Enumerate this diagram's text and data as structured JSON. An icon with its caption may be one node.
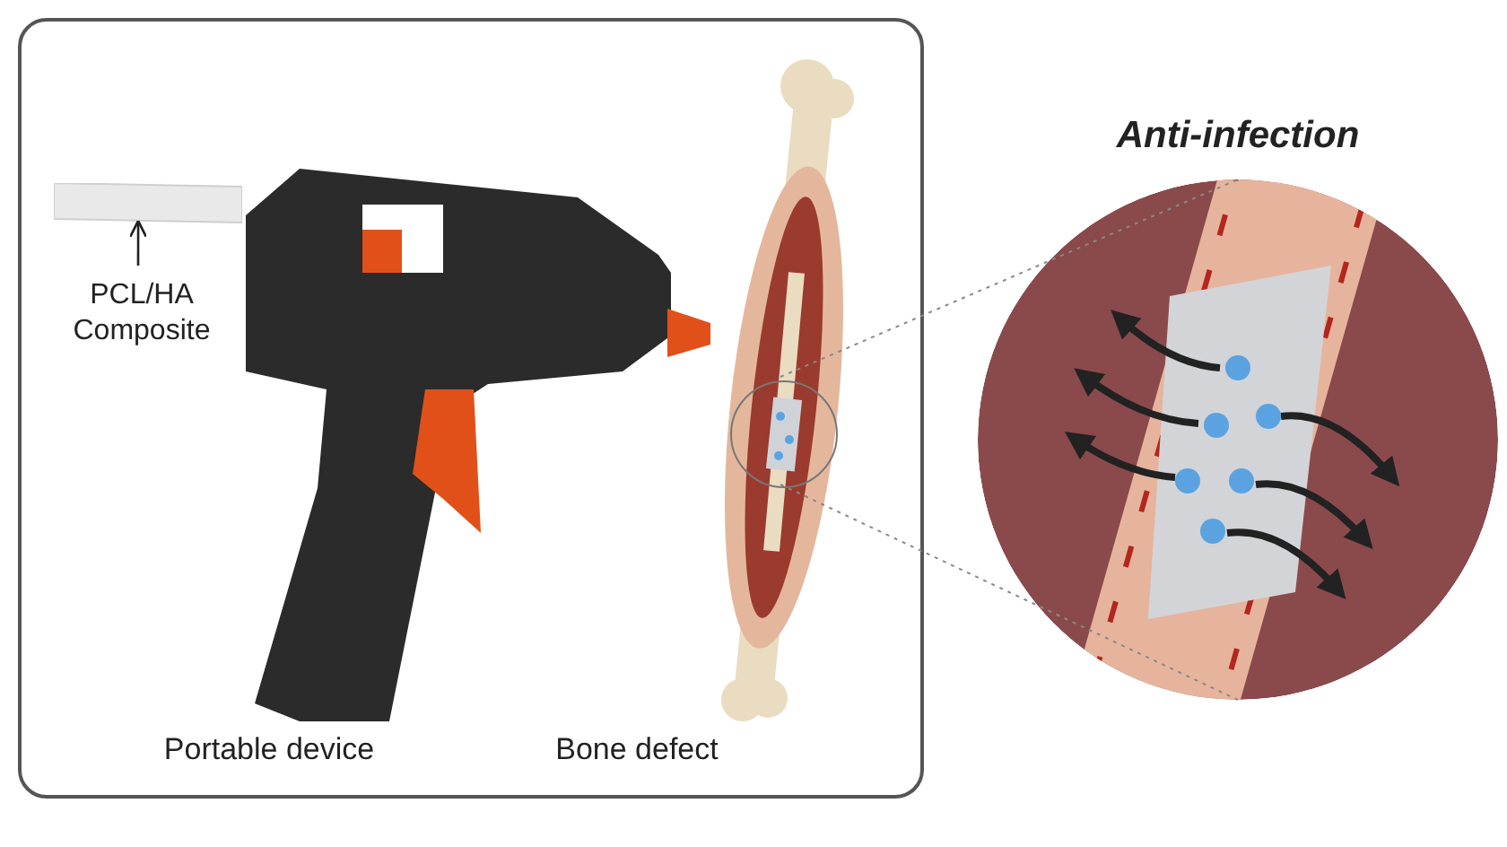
{
  "diagram": {
    "nodes": [
      {
        "text": [],
        "shape": "box"
      },
      {
        "text": [
          "PCL/HA Composite"
        ],
        "in": 0
      },
      {
        "text": [],
        "shape": "bar",
        "in": 0
      },
      {
        "text": [],
        "shape": "picture",
        "in": 0
      },
      {
        "text": [],
        "shape": "picture",
        "in": 0
      },
      {
        "text": [],
        "shape": "circle",
        "in": 4
      },
      {
        "text": [],
        "shape": "circle"
      }
    ],
    "edges": [
      {
        "from": 1,
        "to": 2,
        "arrow": "to",
        "color": "#222222"
      },
      {
        "from": 5,
        "to": 6,
        "arrow": "none",
        "style": "dashed"
      },
      {
        "from": 5,
        "to": 6,
        "arrow": "none",
        "style": "dashed"
      }
    ],
    "labels": [
      "Anti-infection",
      "Portable device",
      "Bone defect"
    ]
  }
}
